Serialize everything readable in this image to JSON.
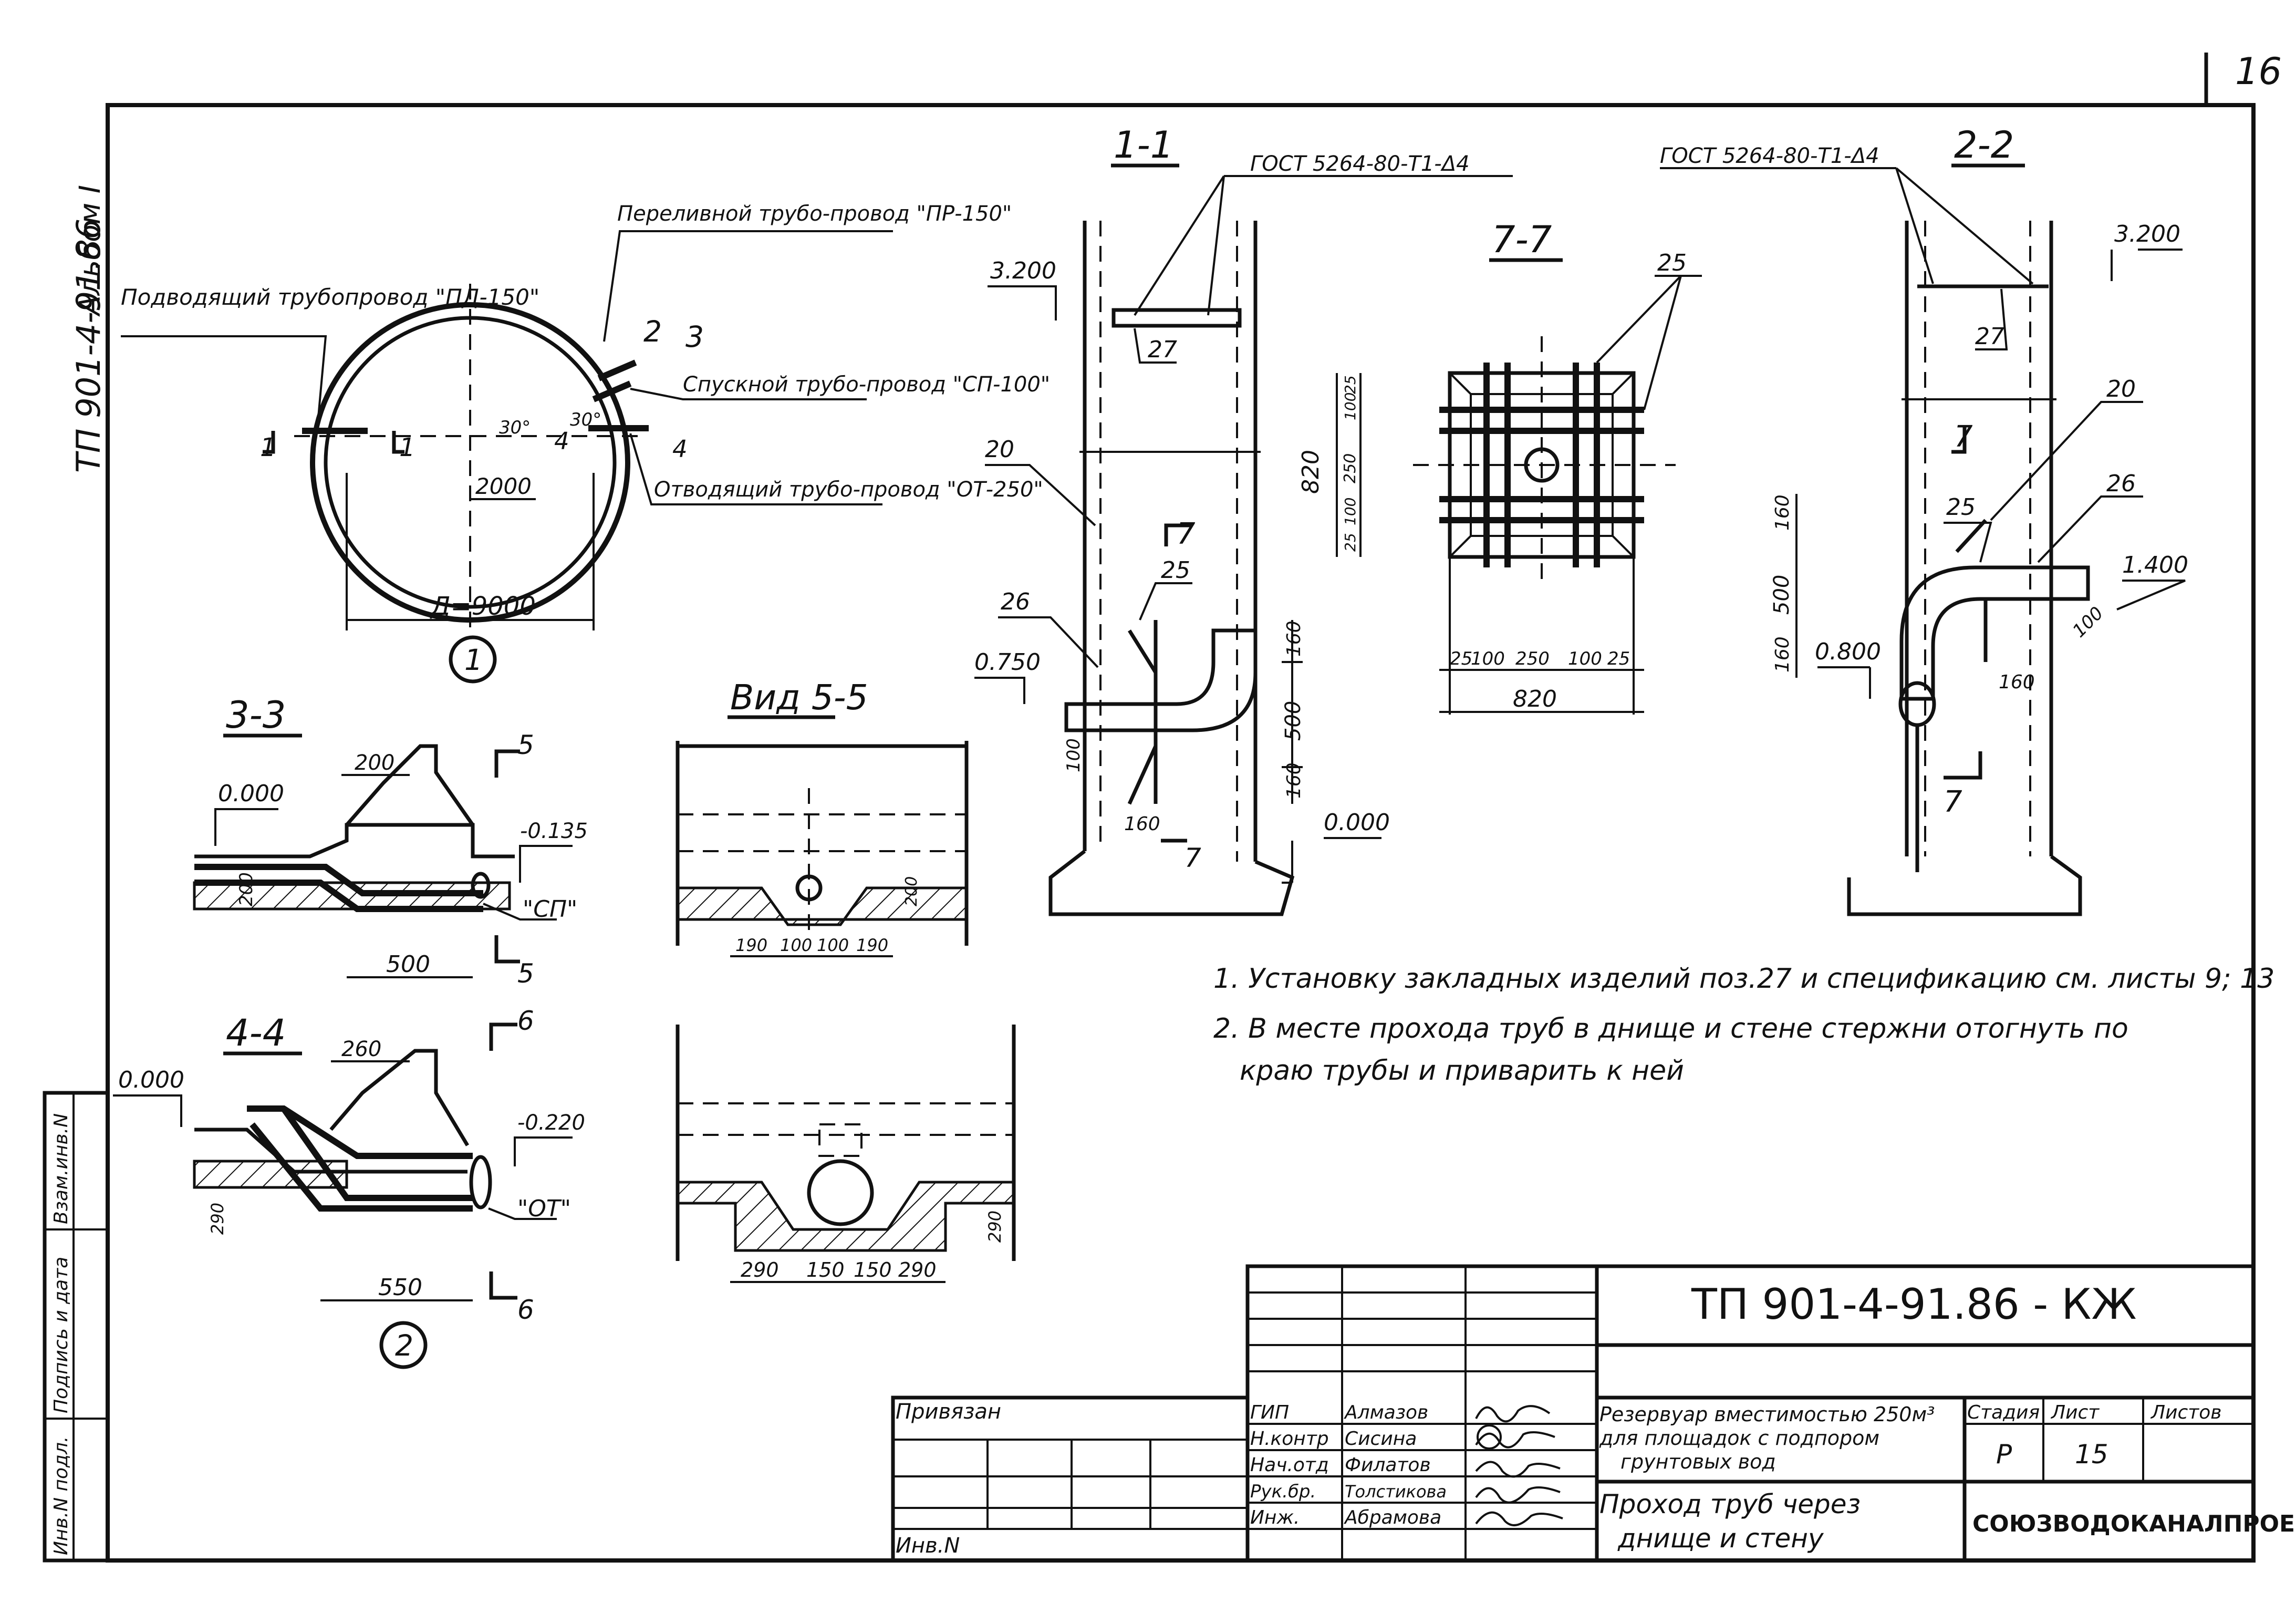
{
  "sheet": {
    "page_number": "16",
    "album_stamp": "Альбом I",
    "side_code": "ТП 901-4-91.86"
  },
  "plan": {
    "pipes": {
      "inlet": "Подводящий трубопровод \"ПД-150\"",
      "overflow": "Переливной трубо-провод \"ПР-150\"",
      "drain": "Спускной трубо-провод \"СП-100\"",
      "outlet": "Отводящий трубо-провод \"ОТ-250\""
    },
    "section_marks": [
      "1",
      "1",
      "2",
      "3",
      "4",
      "4"
    ],
    "angles": [
      "30°",
      "30°"
    ],
    "dims": {
      "offset": "2000",
      "diameter": "Д=9000"
    },
    "callout": "1"
  },
  "section_11": {
    "title": "1-1",
    "gost": "ГОСТ 5264-80-Т1-Δ4",
    "levels": [
      "3.200",
      "0.750",
      "0.000"
    ],
    "positions": [
      "27",
      "20",
      "26",
      "25"
    ],
    "dims": [
      "160",
      "500",
      "160",
      "100",
      "160"
    ],
    "cut_mark": "7"
  },
  "section_77": {
    "title": "7-7",
    "position": "25",
    "dims_vertical": [
      "820",
      "25",
      "100",
      "250",
      "100",
      "25"
    ],
    "dims_bottom": [
      "25",
      "100",
      "250",
      "100",
      "25"
    ],
    "width": "820"
  },
  "section_22": {
    "title": "2-2",
    "gost": "ГОСТ 5264-80-Т1-Δ4",
    "levels": [
      "3.200",
      "1.400",
      "0.800"
    ],
    "positions": [
      "27",
      "20",
      "26",
      "25"
    ],
    "dims": [
      "160",
      "500",
      "160",
      "100",
      "160"
    ],
    "cut_mark": "7"
  },
  "section_33": {
    "title": "3-3",
    "level_top": "0.000",
    "level_pipe": "-0.135",
    "pipe": "\"СП\"",
    "dims": {
      "top": "200",
      "bottom": "500",
      "slab": "200"
    },
    "mark": "5"
  },
  "view_55": {
    "title": "Вид 5-5",
    "dims": [
      "190",
      "100",
      "100",
      "190"
    ],
    "side_dim": "200"
  },
  "section_44": {
    "title": "4-4",
    "level_top": "0.000",
    "level_pipe": "-0.220",
    "pipe": "\"ОТ\"",
    "dims": {
      "top": "260",
      "bottom": "550",
      "slab": "290"
    },
    "mark": "6",
    "callout": "2"
  },
  "view_66": {
    "dims": [
      "290",
      "150",
      "150",
      "290"
    ],
    "side_dim": "290"
  },
  "notes": {
    "n1": "1. Установку закладных изделий поз.27 и спецификацию см. листы 9; 13",
    "n2a": "2. В месте прохода труб в днище и стене стержни отогнуть по",
    "n2b": "краю трубы и приварить к ней"
  },
  "stamp": {
    "code": "ТП 901-4-91.86 - КЖ",
    "privyazan": "Привязан",
    "inv": "Инв.N",
    "roles": [
      "ГИП",
      "Н.контр",
      "Нач.отд",
      "Рук.бр.",
      "Инж."
    ],
    "names": [
      "Алмазов",
      "Сисина",
      "Филатов",
      "Толстикова",
      "Абрамова"
    ],
    "title_object_a": "Резервуар вместимостью 250м³",
    "title_object_b": "для площадок с подпором",
    "title_object_c": "грунтовых вод",
    "title_sheet_a": "Проход труб через",
    "title_sheet_b": "днище и стену",
    "stage_label": "Стадия",
    "sheet_label": "Лист",
    "sheets_label": "Листов",
    "stage": "Р",
    "sheet": "15",
    "org": "СОЮЗВОДОКАНАЛПРОЕКТ"
  },
  "side_stamp": [
    "Инв.N подл.",
    "Подпись и дата",
    "Взам.инв.N"
  ]
}
